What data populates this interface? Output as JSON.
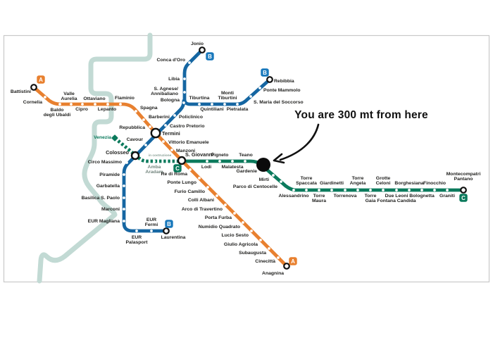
{
  "map": {
    "annotation": "You are 300 mt from here",
    "colors": {
      "line_a": "#E8802F",
      "line_b": "#1566A2",
      "line_c": "#0B7A5C",
      "badge_a": "#E8802F",
      "badge_b": "#1A79BC",
      "badge_c": "#0B7A5C",
      "river": "#C2DAD4",
      "marker": "#0B0B0B",
      "border": "#C8C8C8",
      "text": "#1E1E1C"
    },
    "interchanges": [
      {
        "name": "Termini"
      },
      {
        "name": "Colosseo"
      },
      {
        "name": "S. Giovanni"
      }
    ],
    "construction_branch": {
      "terminus_label": "Venezia",
      "note": "in costruzione",
      "stations": [
        {
          "name": "Amba Aradam",
          "label": [
            "Amba",
            "Aradam"
          ]
        }
      ]
    },
    "lines": {
      "a": {
        "letter": "A",
        "stations": [
          {
            "name": "Battistini"
          },
          {
            "name": "Cornelia"
          },
          {
            "name": "Baldo degli Ubaldi",
            "label": [
              "Baldo",
              "degli Ubaldi"
            ]
          },
          {
            "name": "Valle Aurelia",
            "label": [
              "Valle",
              "Aurelia"
            ]
          },
          {
            "name": "Cipro"
          },
          {
            "name": "Ottaviano"
          },
          {
            "name": "Lepanto"
          },
          {
            "name": "Flaminio"
          },
          {
            "name": "Spagna"
          },
          {
            "name": "Barberini"
          },
          {
            "name": "Repubblica"
          },
          {
            "name": "Vittorio Emanuele"
          },
          {
            "name": "Manzoni"
          },
          {
            "name": "Re di Roma"
          },
          {
            "name": "Ponte Lungo"
          },
          {
            "name": "Furio Camillo"
          },
          {
            "name": "Colli Albani"
          },
          {
            "name": "Arco di Travertino"
          },
          {
            "name": "Porta Furba"
          },
          {
            "name": "Numidio Quadrato"
          },
          {
            "name": "Lucio Sesto"
          },
          {
            "name": "Giulio Agricola"
          },
          {
            "name": "Subaugusta"
          },
          {
            "name": "Cinecittà"
          },
          {
            "name": "Anagnina"
          }
        ]
      },
      "b": {
        "letter": "B",
        "stations": [
          {
            "name": "Jonio"
          },
          {
            "name": "Conca d'Oro"
          },
          {
            "name": "Libia"
          },
          {
            "name": "S. Agnese/Annibaliano",
            "label": [
              "S. Agnese/",
              "Annibaliano"
            ]
          },
          {
            "name": "Bologna"
          },
          {
            "name": "Tiburtina"
          },
          {
            "name": "Quintiliani"
          },
          {
            "name": "Monti Tiburtini",
            "label": [
              "Monti",
              "Tiburtini"
            ]
          },
          {
            "name": "Pietralata"
          },
          {
            "name": "S. Maria del Soccorso"
          },
          {
            "name": "Ponte Mammolo"
          },
          {
            "name": "Rebibbia"
          },
          {
            "name": "Policlinico"
          },
          {
            "name": "Castro Pretorio"
          },
          {
            "name": "Cavour"
          },
          {
            "name": "Circo Massimo"
          },
          {
            "name": "Piramide"
          },
          {
            "name": "Garbatella"
          },
          {
            "name": "Basilica S. Paolo"
          },
          {
            "name": "Marconi"
          },
          {
            "name": "EUR Magliana"
          },
          {
            "name": "EUR Palasport",
            "label": [
              "EUR",
              "Palasport"
            ]
          },
          {
            "name": "EUR Fermi",
            "label": [
              "EUR",
              "Fermi"
            ]
          },
          {
            "name": "Laurentina"
          }
        ]
      },
      "c": {
        "letter": "C",
        "stations": [
          {
            "name": "Lodi"
          },
          {
            "name": "Pigneto"
          },
          {
            "name": "Malatesta"
          },
          {
            "name": "Teano"
          },
          {
            "name": "Gardenie"
          },
          {
            "name": "Mirti"
          },
          {
            "name": "Parco di Centocelle"
          },
          {
            "name": "Alessandrino"
          },
          {
            "name": "Torre Spaccata",
            "label": [
              "Torre",
              "Spaccata"
            ]
          },
          {
            "name": "Torre Maura",
            "label": [
              "Torre",
              "Maura"
            ]
          },
          {
            "name": "Giardinetti"
          },
          {
            "name": "Torrenova"
          },
          {
            "name": "Torre Angela",
            "label": [
              "Torre",
              "Angela"
            ]
          },
          {
            "name": "Torre Gaia",
            "label": [
              "Torre",
              "Gaia"
            ]
          },
          {
            "name": "Grotte Celoni",
            "label": [
              "Grotte",
              "Celoni"
            ]
          },
          {
            "name": "Due Leoni Fontana Candida",
            "label": [
              "Due Leoni",
              "Fontana Candida"
            ]
          },
          {
            "name": "Borghesiana"
          },
          {
            "name": "Bolognetta"
          },
          {
            "name": "Finocchio"
          },
          {
            "name": "Graniti"
          },
          {
            "name": "Montecompatri Pantano",
            "label": [
              "Montecompatri",
              "Pantano"
            ]
          }
        ]
      }
    }
  }
}
